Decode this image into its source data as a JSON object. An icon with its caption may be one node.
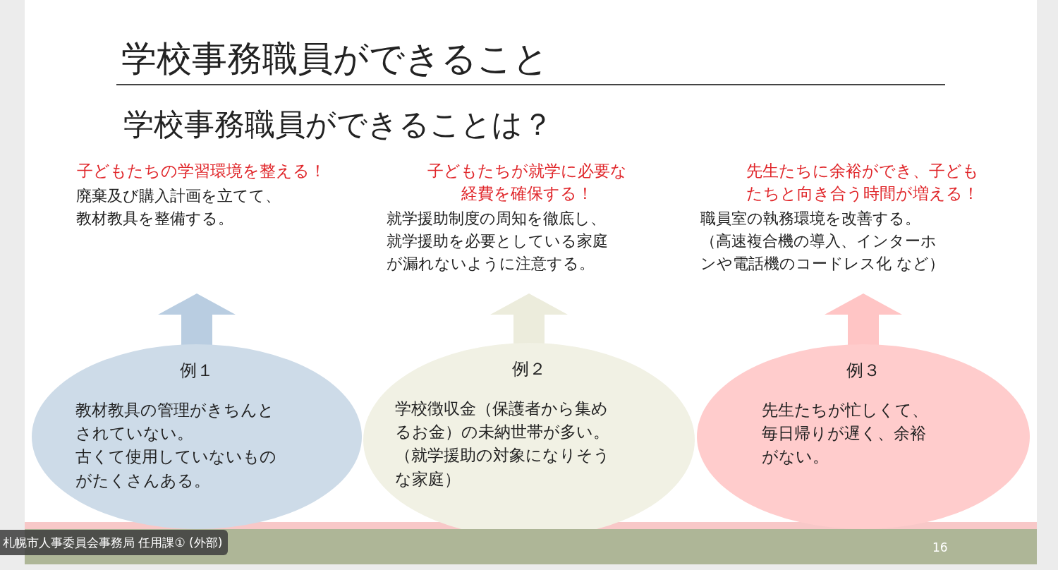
{
  "diagram": {
    "title": "学校事務職員ができること",
    "nodes": [
      {
        "text": [
          "子どもたちの学習環境を整える！",
          "廃棄及び購入計画を立てて、教材教具を整備する。"
        ]
      },
      {
        "text": [
          "子どもたちが就学に必要な経費を確保する！",
          "就学援助制度の周知を徹底し、就学援助を必要としている家庭が漏れないように注意する。"
        ]
      },
      {
        "text": [
          "先生たちに余裕ができ、子どもたちと向き合う時間が増える！",
          "職員室の執務環境を改善する。",
          "（高速複合機の導入、インターホンや電話機のコードレス化 など）"
        ]
      },
      {
        "text": [
          "例１",
          "教材教具の管理がきちんとされていない。",
          "古くて使用していないものがたくさんある。"
        ]
      },
      {
        "text": [
          "例２",
          "学校徴収金（保護者から集めるお金）の未納世帯が多い。",
          "（就学援助の対象になりそうな家庭）"
        ]
      },
      {
        "text": [
          "例３",
          "先生たちが忙しくて、毎日帰りが遅く、余裕がない。"
        ]
      }
    ],
    "edges": [
      {
        "from": 3,
        "to": 0,
        "arrow": "to",
        "color": "#b9cde1"
      },
      {
        "from": 4,
        "to": 1,
        "arrow": "to",
        "color": "#ececdc"
      },
      {
        "from": 5,
        "to": 2,
        "arrow": "to",
        "color": "#ffc5c5"
      }
    ],
    "labels": [
      "学校事務職員ができることは？",
      "札幌市人事委員会事務局 任用課① (外部)",
      "16"
    ]
  }
}
